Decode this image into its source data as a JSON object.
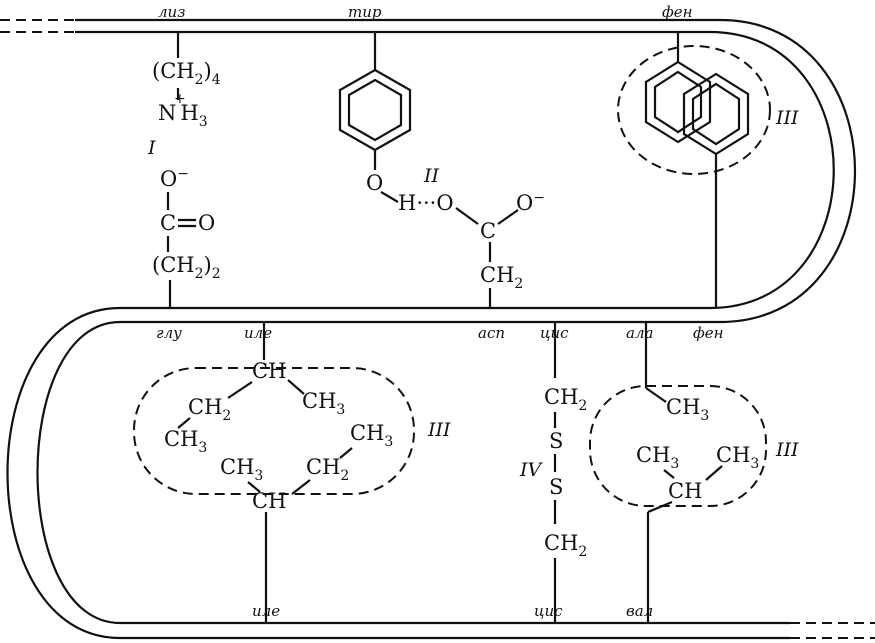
{
  "residues": {
    "liz": "лиз",
    "tir": "тир",
    "fen_top": "фен",
    "glu": "глу",
    "ile_mid": "иле",
    "asp": "асп",
    "cis_mid": "цис",
    "ala": "ала",
    "fen_mid": "фен",
    "ile_bottom": "иле",
    "cis_bottom": "цис",
    "val": "вал"
  },
  "interaction_labels": {
    "I": "I",
    "II": "II",
    "III_phe": "III",
    "III_ile": "III",
    "III_val": "III",
    "IV": "IV"
  },
  "groups": {
    "ch2_4": "(CH",
    "sub2": "2",
    "sub3": "3",
    "sub4": "4",
    "paren_close": ")",
    "nh3_n": "N",
    "nh3_h": "H",
    "plus": "+",
    "o_minus_o": "O",
    "minus": "−",
    "carboxyl_c": "C",
    "carboxyl_o": "O",
    "equals": "=",
    "ch2_2": "(CH",
    "tyr_o": "O",
    "h_bond": "H···O",
    "asp_c": "C",
    "asp_o": "O",
    "asp_ch2": "CH",
    "ch": "CH",
    "ch2": "CH",
    "ch3": "CH",
    "s": "S"
  }
}
